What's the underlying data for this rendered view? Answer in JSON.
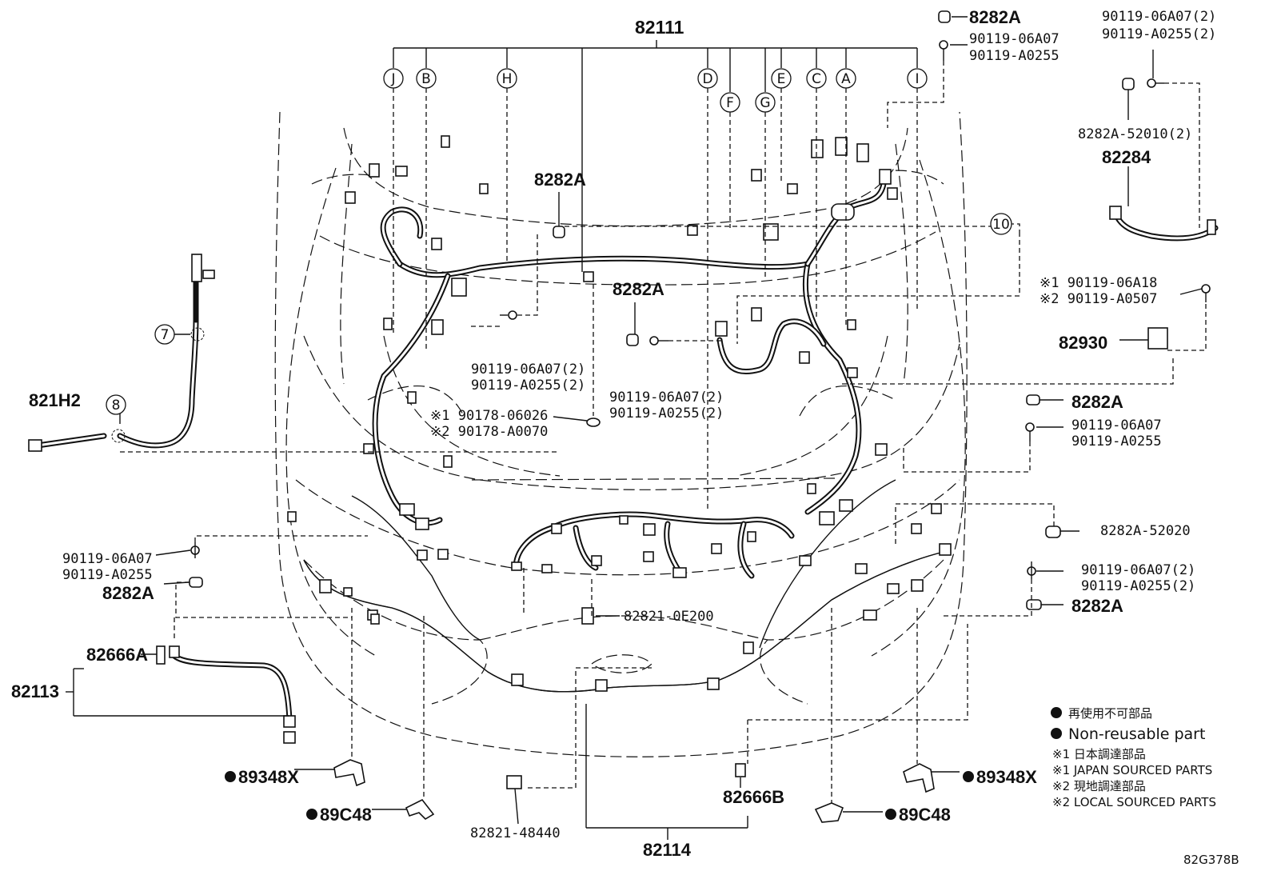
{
  "diagram_code": "82G378B",
  "main_harness": "82111",
  "callouts": [
    "J",
    "B",
    "H",
    "D",
    "F",
    "G",
    "E",
    "C",
    "A",
    "I"
  ],
  "ref_numbers": [
    "7",
    "8",
    "10"
  ],
  "labels": {
    "l_82282A_top": "8282A",
    "l_90119_06A07_top": "90119-06A07",
    "l_90119_A0255_top": "90119-A0255",
    "l_tr_06A07": "90119-06A07(2)",
    "l_tr_A0255": "90119-A0255(2)",
    "l_82282A_52010": "8282A-52010(2)",
    "l_82284": "82284",
    "l_82282A_mid": "8282A",
    "l_82282A_ctr": "8282A",
    "l_ast1_06A18": "※1 90119-06A18",
    "l_ast2_A0507": "※2 90119-A0507",
    "l_82930": "82930",
    "l_c_06A07_2": "90119-06A07(2)",
    "l_c_A0255_2": "90119-A0255(2)",
    "l_l_06A07_2": "90119-06A07(2)",
    "l_l_A0255_2": "90119-A0255(2)",
    "l_ast1_06026": "※1 90178-06026",
    "l_ast2_A0070": "※2 90178-A0070",
    "l_82282A_r1": "8282A",
    "l_r_06A07": "90119-06A07",
    "l_r_A0255": "90119-A0255",
    "l_82282A_52020": "8282A-52020",
    "l_r2_06A07": "90119-06A07(2)",
    "l_r2_A0255": "90119-A0255(2)",
    "l_82282A_r3": "8282A",
    "l_821H2": "821H2",
    "l_lf_06A07": "90119-06A07",
    "l_lf_A0255": "90119-A0255",
    "l_82282A_lf": "8282A",
    "l_82821_0E200": "82821-0E200",
    "l_82666A": "82666A",
    "l_82113": "82113",
    "l_89348X_l": "89348X",
    "l_89C48_l": "89C48",
    "l_82821_48440": "82821-48440",
    "l_82114": "82114",
    "l_82666B": "82666B",
    "l_89C48_r": "89C48",
    "l_89348X_r": "89348X"
  },
  "legend": {
    "line1": "再使用不可部品",
    "line2": "Non-reusable part",
    "line3": "※1 日本調達部品",
    "line4": "※1 JAPAN SOURCED PARTS",
    "line5": "※2 現地調達部品",
    "line6": "※2 LOCAL SOURCED PARTS"
  }
}
